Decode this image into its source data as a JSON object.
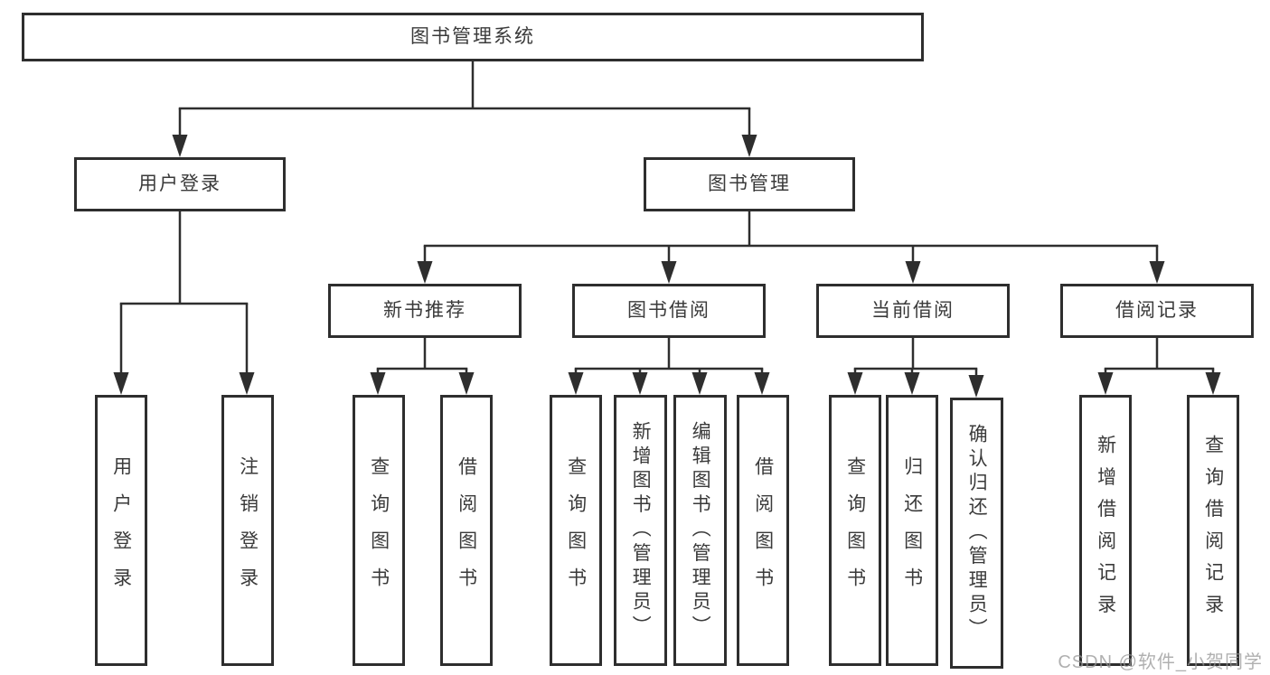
{
  "tree": {
    "label": "图书管理系统",
    "children": [
      {
        "label": "用户登录",
        "children": [
          {
            "label": "用户登录"
          },
          {
            "label": "注销登录"
          }
        ]
      },
      {
        "label": "图书管理",
        "children": [
          {
            "label": "新书推荐",
            "children": [
              {
                "label": "查询图书"
              },
              {
                "label": "借阅图书"
              }
            ]
          },
          {
            "label": "图书借阅",
            "children": [
              {
                "label": "查询图书"
              },
              {
                "label": "新增图书（管理员）"
              },
              {
                "label": "编辑图书（管理员）"
              },
              {
                "label": "借阅图书"
              }
            ]
          },
          {
            "label": "当前借阅",
            "children": [
              {
                "label": "查询图书"
              },
              {
                "label": "归还图书"
              },
              {
                "label": "确认归还（管理员）"
              }
            ]
          },
          {
            "label": "借阅记录",
            "children": [
              {
                "label": "新增借阅记录"
              },
              {
                "label": "查询借阅记录"
              }
            ]
          }
        ]
      }
    ]
  },
  "watermark": "CSDN @软件_小贺同学",
  "colors": {
    "line": "#2e2e2e",
    "box_border": "#2e2e2e",
    "text": "#3a3a3a",
    "background": "#ffffff",
    "watermark": "#b9b9b9"
  }
}
